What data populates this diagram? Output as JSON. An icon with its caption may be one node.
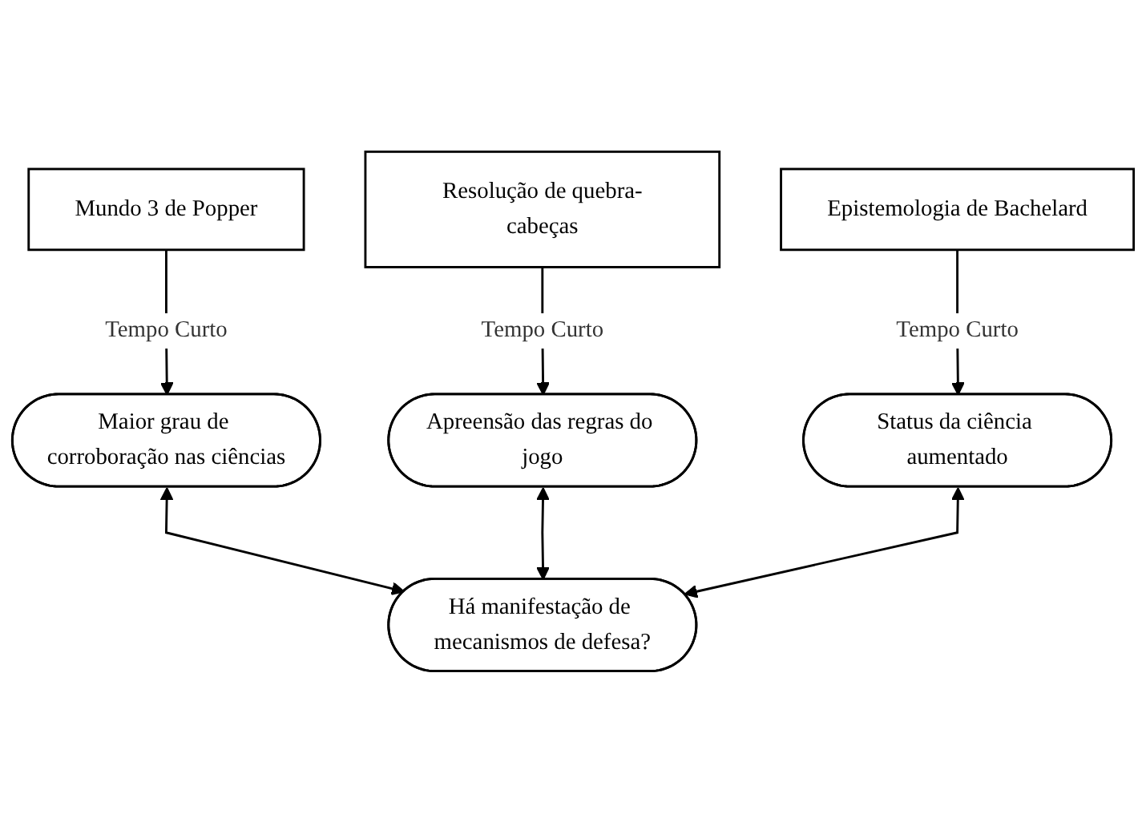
{
  "diagram": {
    "nodes": [
      {
        "text": [
          "Mundo 3 de Popper"
        ]
      },
      {
        "text": [
          "Resolução de quebra-cabeças"
        ]
      },
      {
        "text": [
          "Epistemologia de Bachelard"
        ]
      },
      {
        "text": [
          "Maior grau de corroboração nas ciências"
        ]
      },
      {
        "text": [
          "Apreensão das regras do jogo"
        ]
      },
      {
        "text": [
          "Status da ciência aumentado"
        ]
      },
      {
        "text": [
          "Há manifestação de mecanismos de defesa?"
        ]
      }
    ],
    "edges": [
      {
        "from": 0,
        "to": 3,
        "arrow": "to",
        "label": "Tempo Curto"
      },
      {
        "from": 1,
        "to": 4,
        "arrow": "to",
        "label": "Tempo Curto"
      },
      {
        "from": 2,
        "to": 5,
        "arrow": "to",
        "label": "Tempo Curto"
      },
      {
        "from": 3,
        "to": 6,
        "arrow": "both"
      },
      {
        "from": 4,
        "to": 6,
        "arrow": "both"
      },
      {
        "from": 5,
        "to": 6,
        "arrow": "both"
      }
    ]
  }
}
